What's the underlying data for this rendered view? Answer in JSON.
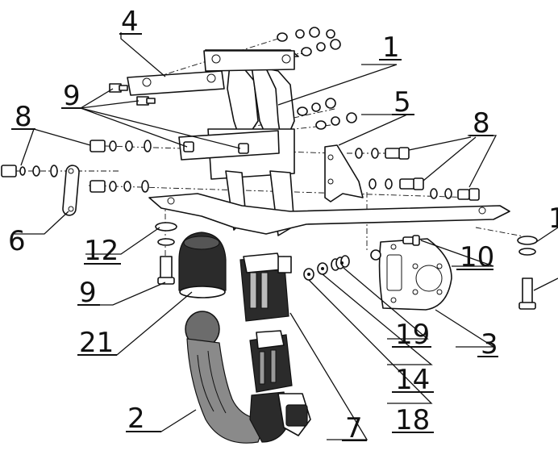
{
  "callouts": {
    "c1": "1",
    "c2": "2",
    "c3": "3",
    "c4": "4",
    "c5": "5",
    "c6": "6",
    "c7": "7",
    "c8a": "8",
    "c8b": "8",
    "c9a": "9",
    "c9b": "9",
    "c10": "10",
    "c12": "12",
    "c14": "14",
    "c18": "18",
    "c19": "19",
    "c21": "21",
    "c11_partial": "1"
  }
}
